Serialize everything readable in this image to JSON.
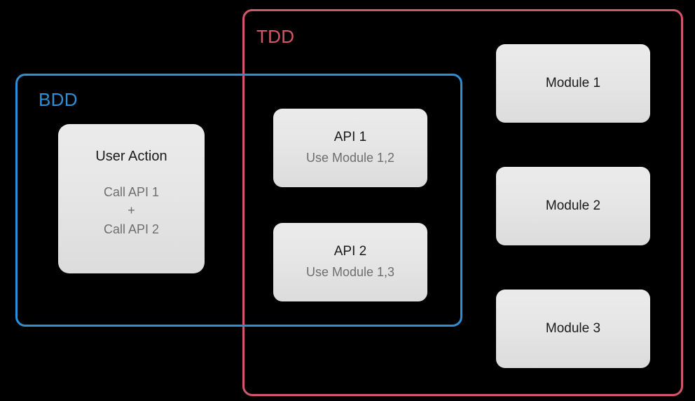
{
  "diagram": {
    "background_color": "#000000",
    "groups": [
      {
        "id": "bdd",
        "label": "BDD",
        "color": "#2d8fd5"
      },
      {
        "id": "tdd",
        "label": "TDD",
        "color": "#d4566b"
      }
    ],
    "nodes": {
      "user_action": {
        "title": "User Action",
        "line_1": "Call API 1",
        "line_2": "+",
        "line_3": "Call API 2"
      },
      "api_1": {
        "title": "API 1",
        "subtitle": "Use Module 1,2"
      },
      "api_2": {
        "title": "API 2",
        "subtitle": "Use Module 1,3"
      },
      "module_1": {
        "title": "Module 1"
      },
      "module_2": {
        "title": "Module 2"
      },
      "module_3": {
        "title": "Module 3"
      }
    },
    "node_style": {
      "fill_top": "#ebebeb",
      "fill_bottom": "#dcdcdc",
      "title_color": "#1a1a1a",
      "subtitle_color": "#6e6e6e"
    }
  }
}
